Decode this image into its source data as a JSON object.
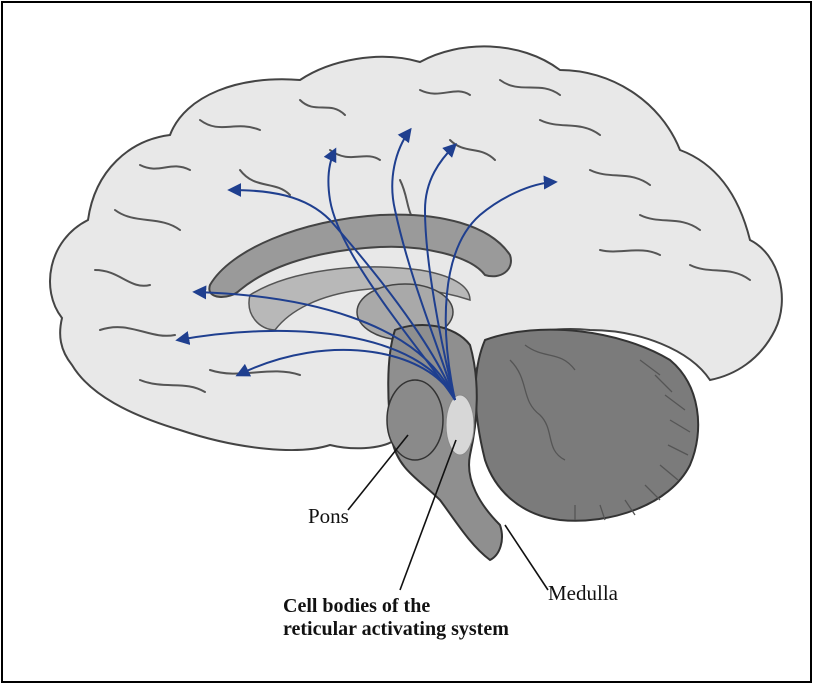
{
  "labels": {
    "pons": "Pons",
    "medulla": "Medulla",
    "cell_bodies_line1": "Cell bodies of the",
    "cell_bodies_line2": "reticular activating system"
  },
  "colors": {
    "cortex": "#e8e8e8",
    "outline": "#444444",
    "brainstem": "#8f8f8f",
    "cerebellum": "#7b7b7b",
    "corpus_callosum": "#9a9a9a",
    "nucleus": "#d7d7d7",
    "pathway": "#1f3f8f"
  }
}
